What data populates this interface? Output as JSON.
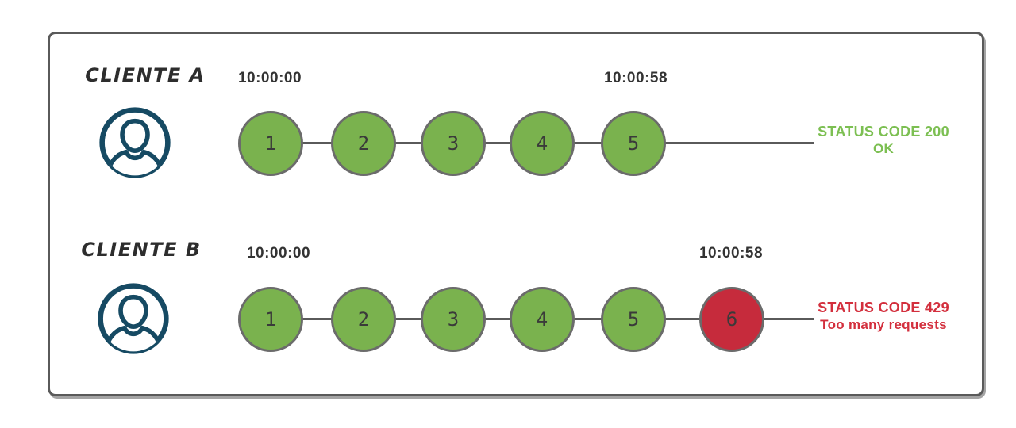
{
  "colors": {
    "request_ok_fill": "#7ab24e",
    "request_error_fill": "#c62b3c",
    "circle_border": "#6b6b6b",
    "timeline_line": "#5a5a5a",
    "frame_border": "#5a5a5a",
    "status_ok_text": "#7cbf52",
    "status_error_text": "#d32f3d",
    "avatar_blue": "#164a63",
    "timestamp_text": "#333333",
    "client_label_text": "#2d2d2d"
  },
  "rows": [
    {
      "label": "CLIENTE A",
      "icon": "user-avatar-icon",
      "start_time": "10:00:00",
      "end_time": "10:00:58",
      "requests": [
        {
          "num": "1",
          "state": "ok"
        },
        {
          "num": "2",
          "state": "ok"
        },
        {
          "num": "3",
          "state": "ok"
        },
        {
          "num": "4",
          "state": "ok"
        },
        {
          "num": "5",
          "state": "ok"
        }
      ],
      "status": {
        "line1": "STATUS CODE 200",
        "line2": "OK"
      }
    },
    {
      "label": "CLIENTE B",
      "icon": "user-avatar-icon",
      "start_time": "10:00:00",
      "end_time": "10:00:58",
      "requests": [
        {
          "num": "1",
          "state": "ok"
        },
        {
          "num": "2",
          "state": "ok"
        },
        {
          "num": "3",
          "state": "ok"
        },
        {
          "num": "4",
          "state": "ok"
        },
        {
          "num": "5",
          "state": "ok"
        },
        {
          "num": "6",
          "state": "rate-limited"
        }
      ],
      "status": {
        "line1": "STATUS CODE 429",
        "line2": "Too many requests"
      }
    }
  ]
}
